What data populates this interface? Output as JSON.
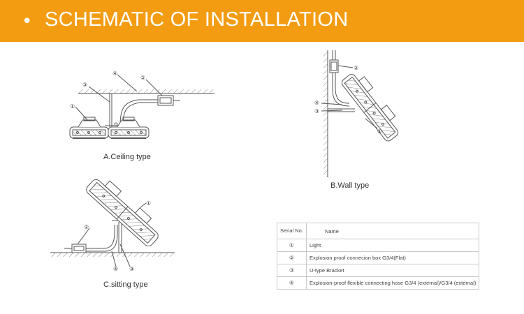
{
  "header": {
    "bullet": "•",
    "title": "SCHEMATIC OF INSTALLATION"
  },
  "callout_marks": [
    "①",
    "②",
    "③",
    "④"
  ],
  "diagrams": [
    {
      "caption": "A.Ceiling type"
    },
    {
      "caption": "B.Wall type"
    },
    {
      "caption": "C.sitting type"
    }
  ],
  "legend": {
    "header": {
      "serial": "Serial No.",
      "name": "Name"
    },
    "rows": [
      {
        "mark": "①",
        "name": "Light"
      },
      {
        "mark": "②",
        "name": "Explosion proof connecion box G3/4(Flat)"
      },
      {
        "mark": "③",
        "name": "U-type Bracket"
      },
      {
        "mark": "④",
        "name": "Explosion-proof flexible connecting hose G3/4 (external)/G3/4 (external)"
      }
    ]
  },
  "colors": {
    "banner": "#f39c12",
    "line": "#555555"
  }
}
